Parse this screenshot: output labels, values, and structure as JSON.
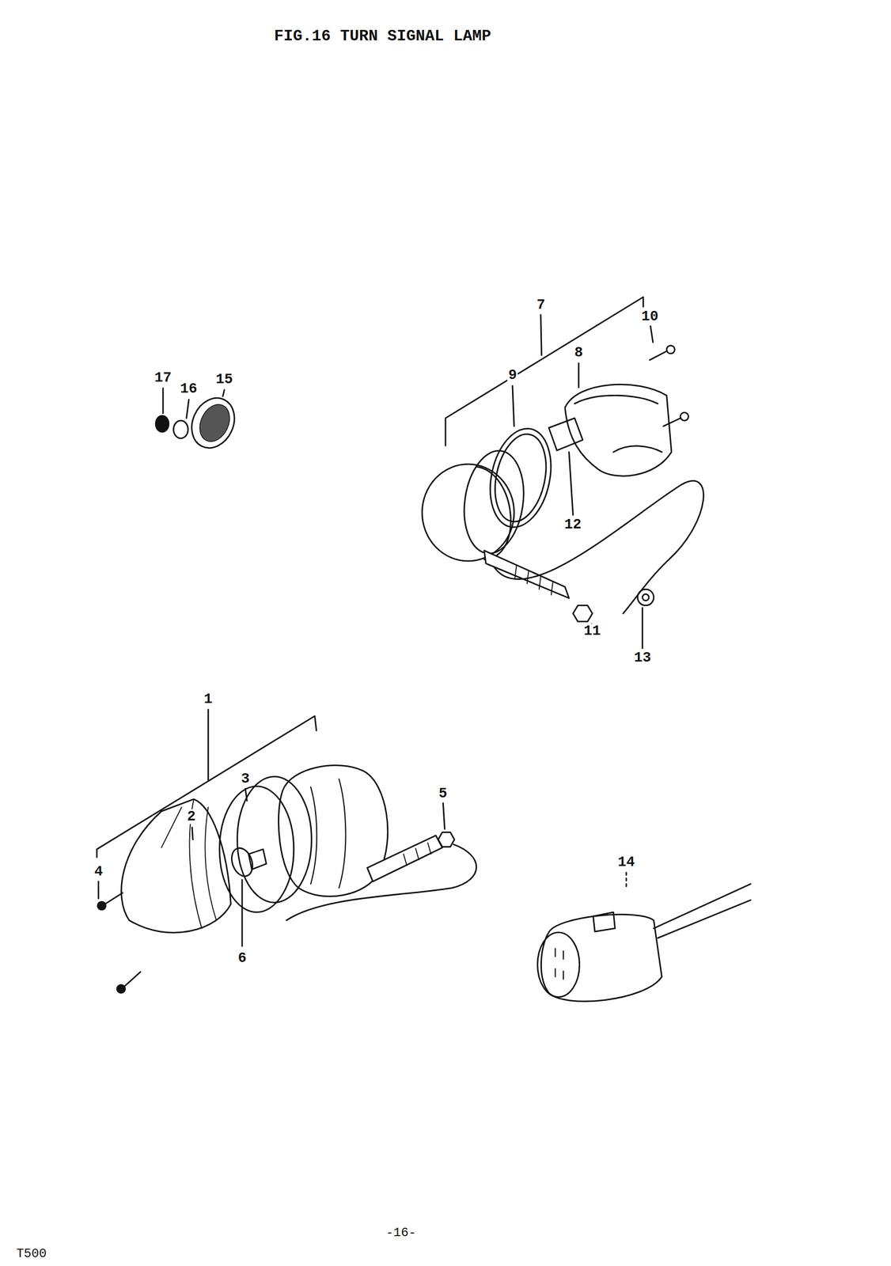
{
  "diagram": {
    "title": "FIG.16 TURN SIGNAL LAMP",
    "labels": [
      "7",
      "10",
      "8",
      "9",
      "17",
      "16",
      "15",
      "12",
      "11",
      "13",
      "1",
      "3",
      "5",
      "2",
      "14",
      "4",
      "6",
      "-16-",
      "T500"
    ]
  }
}
